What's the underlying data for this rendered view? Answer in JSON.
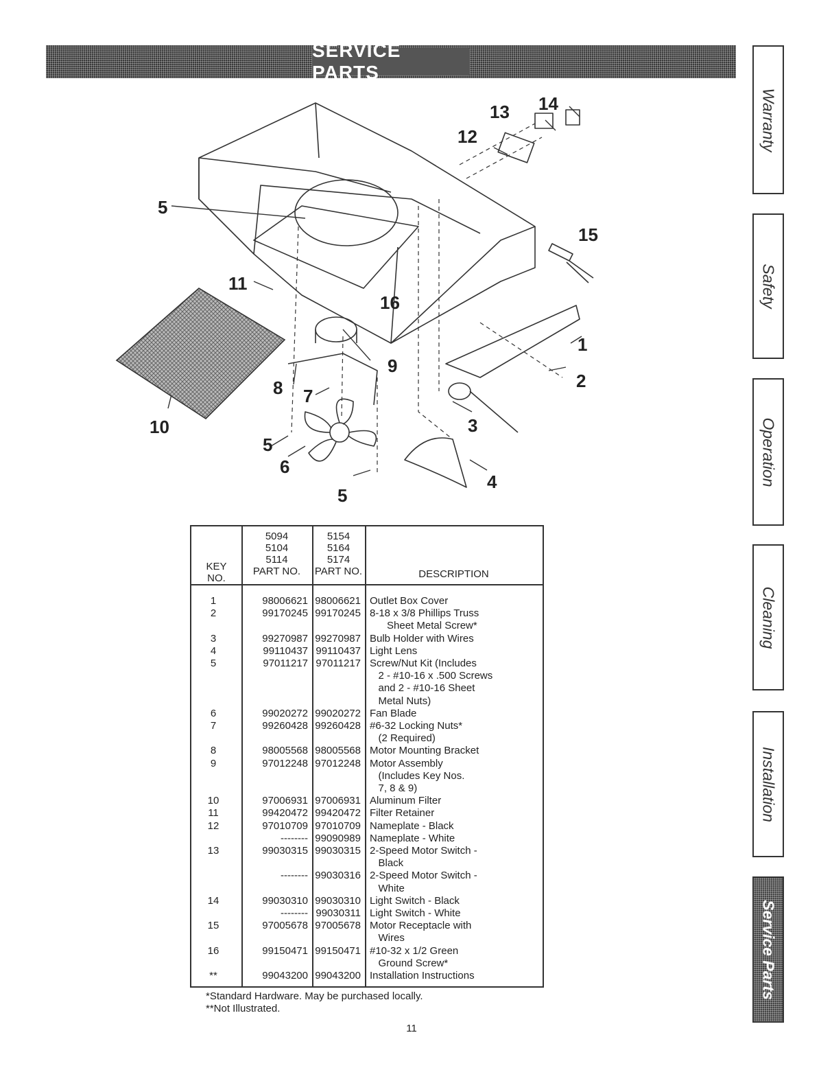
{
  "header": {
    "title": "SERVICE PARTS"
  },
  "tabs": [
    {
      "label": "Warranty"
    },
    {
      "label": "Safety"
    },
    {
      "label": "Operation"
    },
    {
      "label": "Cleaning"
    },
    {
      "label": "Installation"
    },
    {
      "label": "Service Parts"
    }
  ],
  "diagram": {
    "callouts": [
      "5",
      "11",
      "10",
      "8",
      "7",
      "5",
      "6",
      "5",
      "9",
      "16",
      "13",
      "14",
      "12",
      "15",
      "1",
      "2",
      "3",
      "4"
    ]
  },
  "table": {
    "headers": {
      "key": [
        "KEY",
        "NO."
      ],
      "col1": [
        "5094",
        "5104",
        "5114",
        "PART NO."
      ],
      "col2": [
        "5154",
        "5164",
        "5174",
        "PART NO."
      ],
      "desc": "DESCRIPTION"
    },
    "rows": [
      [
        "1",
        "98006621",
        "98006621",
        "Outlet Box Cover"
      ],
      [
        "2",
        "99170245",
        "99170245",
        "8-18 x 3/8 Phillips Truss"
      ],
      [
        "",
        "",
        "",
        "      Sheet Metal Screw*"
      ],
      [
        "3",
        "99270987",
        "99270987",
        "Bulb Holder with Wires"
      ],
      [
        "4",
        "99110437",
        "99110437",
        "Light Lens"
      ],
      [
        "5",
        "97011217",
        "97011217",
        "Screw/Nut Kit (Includes"
      ],
      [
        "",
        "",
        "",
        "   2 - #10-16 x .500 Screws"
      ],
      [
        "",
        "",
        "",
        "   and 2 - #10-16 Sheet"
      ],
      [
        "",
        "",
        "",
        "   Metal Nuts)"
      ],
      [
        "6",
        "99020272",
        "99020272",
        "Fan Blade"
      ],
      [
        "7",
        "99260428",
        "99260428",
        "#6-32 Locking Nuts*"
      ],
      [
        "",
        "",
        "",
        "   (2 Required)"
      ],
      [
        "8",
        "98005568",
        "98005568",
        "Motor Mounting Bracket"
      ],
      [
        "9",
        "97012248",
        "97012248",
        "Motor Assembly"
      ],
      [
        "",
        "",
        "",
        "   (Includes Key Nos."
      ],
      [
        "",
        "",
        "",
        "   7, 8 & 9)"
      ],
      [
        "10",
        "97006931",
        "97006931",
        "Aluminum Filter"
      ],
      [
        "11",
        "99420472",
        "99420472",
        "Filter Retainer"
      ],
      [
        "12",
        "97010709",
        "97010709",
        "Nameplate - Black"
      ],
      [
        "",
        "--------",
        "99090989",
        "Nameplate - White"
      ],
      [
        "13",
        "99030315",
        "99030315",
        "2-Speed Motor Switch -"
      ],
      [
        "",
        "",
        "",
        "   Black"
      ],
      [
        "",
        "--------",
        "99030316",
        "2-Speed Motor Switch -"
      ],
      [
        "",
        "",
        "",
        "   White"
      ],
      [
        "14",
        "99030310",
        "99030310",
        "Light Switch - Black"
      ],
      [
        "",
        "--------",
        "99030311",
        "Light Switch - White"
      ],
      [
        "15",
        "97005678",
        "97005678",
        "Motor Receptacle with"
      ],
      [
        "",
        "",
        "",
        "   Wires"
      ],
      [
        "16",
        "99150471",
        "99150471",
        "#10-32 x 1/2 Green"
      ],
      [
        "",
        "",
        "",
        "   Ground Screw*"
      ],
      [
        "**",
        "99043200",
        "99043200",
        "Installation Instructions"
      ]
    ]
  },
  "notes": [
    "*Standard Hardware. May be purchased locally.",
    "**Not Illustrated."
  ],
  "page_number": "11"
}
